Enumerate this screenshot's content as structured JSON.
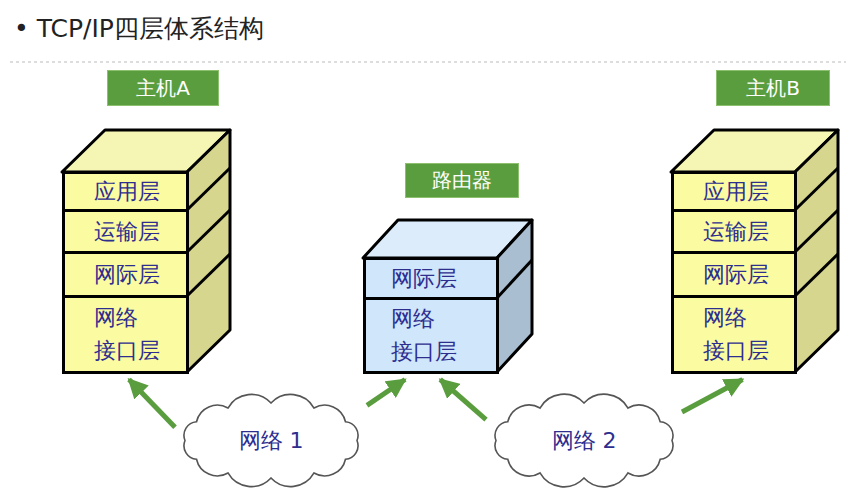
{
  "diagram": {
    "title": "• TCP/IP四层体系结构",
    "nodes": [
      {
        "text": [
          "主机A"
        ]
      },
      {
        "text": [
          "应用层"
        ],
        "in": 0
      },
      {
        "text": [
          "运输层"
        ],
        "in": 0
      },
      {
        "text": [
          "网际层"
        ],
        "in": 0
      },
      {
        "text": [
          "网络 接口层"
        ],
        "in": 0
      },
      {
        "text": [
          "路由器"
        ]
      },
      {
        "text": [
          "网际层"
        ],
        "in": 5
      },
      {
        "text": [
          "网络 接口层"
        ],
        "in": 5
      },
      {
        "text": [
          "主机B"
        ]
      },
      {
        "text": [
          "应用层"
        ],
        "in": 8
      },
      {
        "text": [
          "运输层"
        ],
        "in": 8
      },
      {
        "text": [
          "网际层"
        ],
        "in": 8
      },
      {
        "text": [
          "网络 接口层"
        ],
        "in": 8
      },
      {
        "text": [
          "网络 1"
        ]
      },
      {
        "text": [
          "网络 2"
        ]
      }
    ],
    "edges": [
      {
        "from": 13,
        "to": 4,
        "arrow": "to"
      },
      {
        "from": 13,
        "to": 7,
        "arrow": "to"
      },
      {
        "from": 14,
        "to": 7,
        "arrow": "to"
      },
      {
        "from": 14,
        "to": 12,
        "arrow": "to"
      }
    ]
  }
}
